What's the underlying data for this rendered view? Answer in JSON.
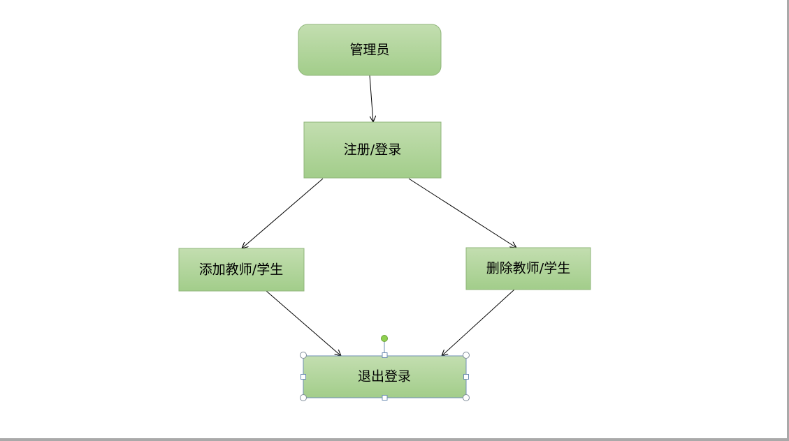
{
  "diagram": {
    "type": "flowchart",
    "nodes": {
      "admin": {
        "label": "管理员",
        "shape": "rounded-rect"
      },
      "register_login": {
        "label": "注册/登录",
        "shape": "rect"
      },
      "add": {
        "label": "添加教师/学生",
        "shape": "rect"
      },
      "delete": {
        "label": "删除教师/学生",
        "shape": "rect"
      },
      "logout": {
        "label": "退出登录",
        "shape": "rect",
        "selected": true
      }
    },
    "edges": [
      {
        "from": "admin",
        "to": "register_login"
      },
      {
        "from": "register_login",
        "to": "add"
      },
      {
        "from": "register_login",
        "to": "delete"
      },
      {
        "from": "add",
        "to": "logout"
      },
      {
        "from": "delete",
        "to": "logout"
      }
    ],
    "colors": {
      "node_fill_top": "#c3deb0",
      "node_fill_bottom": "#a2cd8a",
      "node_border": "#8fb57a",
      "arrow": "#000000",
      "selection": "#6f8fb3",
      "rotate_handle": "#8fd14f"
    }
  }
}
